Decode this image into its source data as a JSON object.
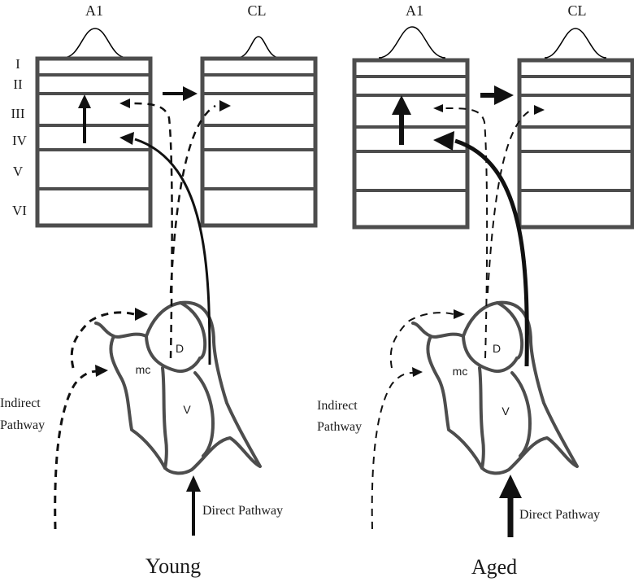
{
  "panels": {
    "young": {
      "title": "Young",
      "a1_label": "A1",
      "cl_label": "CL",
      "indirect_label_line1": "Indirect",
      "indirect_label_line2": "Pathway",
      "direct_label": "Direct Pathway",
      "nucleus_d": "D",
      "nucleus_v": "V",
      "nucleus_mc": "mc"
    },
    "aged": {
      "title": "Aged",
      "a1_label": "A1",
      "cl_label": "CL",
      "indirect_label_line1": "Indirect",
      "indirect_label_line2": "Pathway",
      "direct_label": "Direct Pathway",
      "nucleus_d": "D",
      "nucleus_v": "V",
      "nucleus_mc": "mc"
    }
  },
  "layers": [
    "I",
    "II",
    "III",
    "IV",
    "V",
    "VI"
  ],
  "colors": {
    "outline": "#4d4d4d",
    "arrow": "#111111"
  }
}
